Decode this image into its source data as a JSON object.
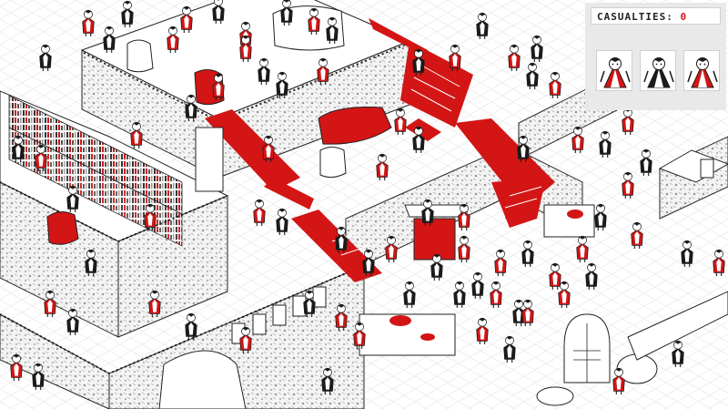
{
  "hud": {
    "casualties_label": "CASUALTIES:",
    "casualties_value": "0",
    "targets": [
      {
        "name": "vampire-target-1",
        "icon": "vampire-icon"
      },
      {
        "name": "vampire-target-2",
        "icon": "vampire-icon"
      },
      {
        "name": "vampire-target-3",
        "icon": "vampire-icon"
      }
    ]
  },
  "colors": {
    "accent": "#d31515",
    "ink": "#1b1b1b",
    "paper": "#fbfbfb",
    "hud_bg": "#e9e9e9",
    "wall_pattern": "#a7a7a7"
  },
  "scene": {
    "style": "isometric hand-drawn castle interior",
    "characters": "vampire-icon"
  }
}
